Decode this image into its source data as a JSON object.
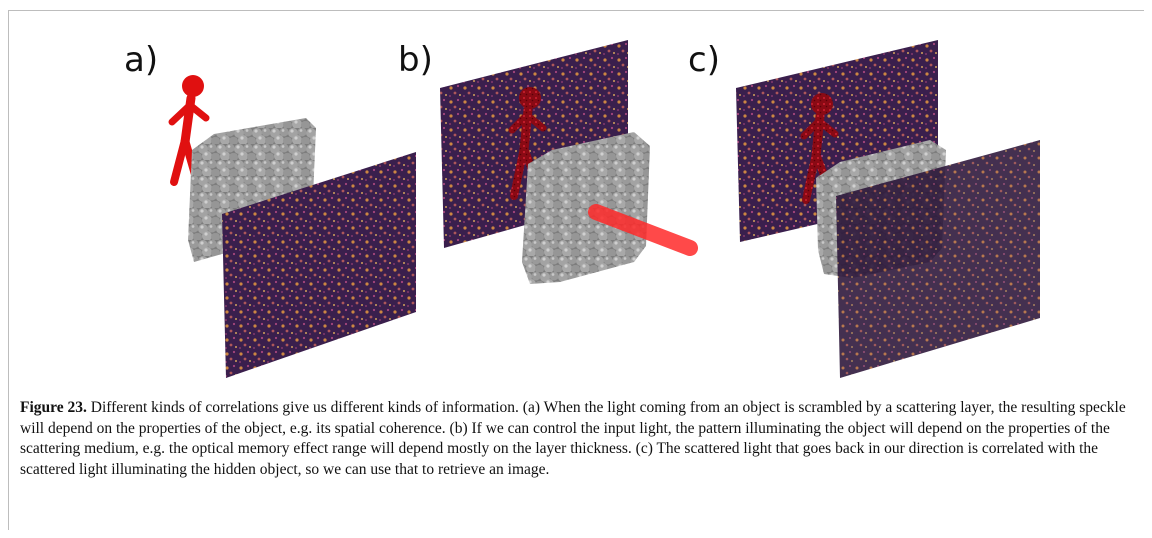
{
  "panels": [
    {
      "label": "a)"
    },
    {
      "label": "b)"
    },
    {
      "label": "c)"
    }
  ],
  "caption": {
    "figure_label": "Figure 23.",
    "text": " Different kinds of correlations give us different kinds of information. (a) When the light coming from an object is scrambled by a scattering layer, the resulting speckle will depend on the properties of the object, e.g. its spatial coherence. (b) If we can control the input light, the pattern illuminating the object will depend on the properties of the scattering medium, e.g. the optical memory effect range will depend mostly on the layer thickness. (c) The scattered light that goes back in our direction is correlated with the scattered light illuminating the hidden object, so we can use that to retrieve an image."
  },
  "colors": {
    "object_red": "#e01010",
    "dark_red": "#8a0a14",
    "sphere_gray": "#8c8c8c",
    "speckle_base": "#3a1f4d",
    "beam_red": "#ff2a2a"
  }
}
